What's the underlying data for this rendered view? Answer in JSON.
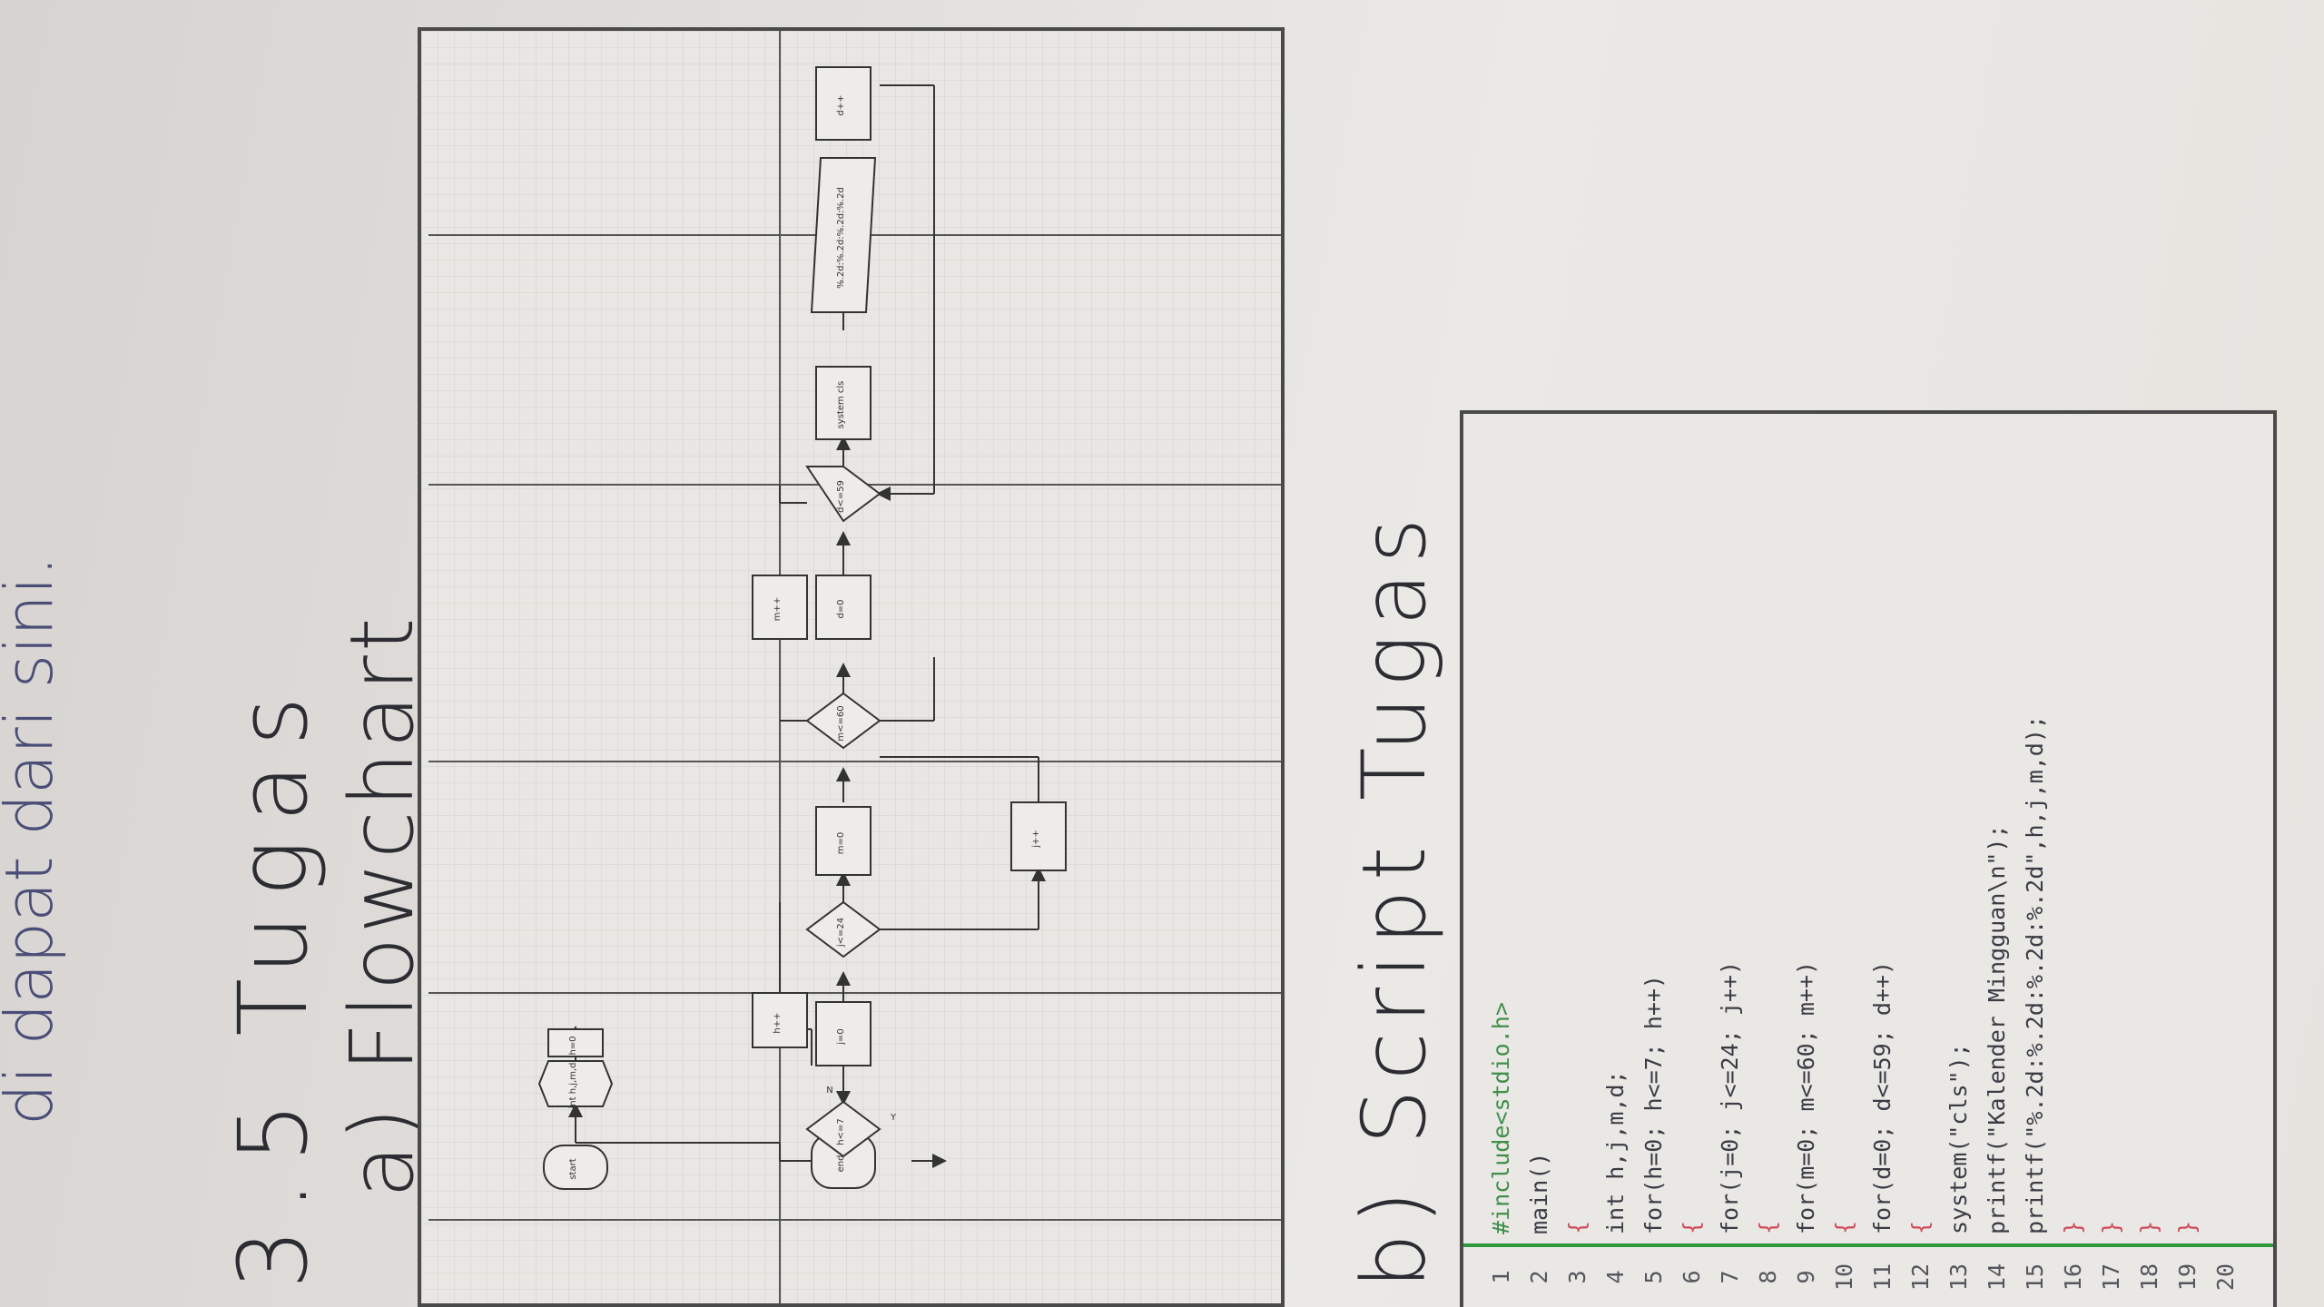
{
  "page": {
    "previous_line": "di dapat dari sini.",
    "section_title": "3.5 Tugas",
    "sub_a": "a) Flowchart",
    "sub_b": "b) Script Tugas"
  },
  "flowchart": {
    "nodes": {
      "start": "start",
      "declare": "int h,j,m,d",
      "h_init": "h=0",
      "h_cond": "h<=7",
      "j_init": "j=0",
      "j_cond": "j<=24",
      "h_inc": "h++",
      "m_init": "m=0",
      "m_cond": "m<=60",
      "j_inc": "j++",
      "d_init": "d=0",
      "m_inc": "m++",
      "d_cond": "d<=59",
      "cls": "system cls",
      "print": "%.2d:%.2d:%.2d:%.2d",
      "d_inc": "d++",
      "end": "end"
    },
    "edge_labels": {
      "yes": "Y",
      "no": "N"
    }
  },
  "code": {
    "line_numbers": [
      "1",
      "2",
      "3",
      "4",
      "5",
      "6",
      "7",
      "8",
      "9",
      "10",
      "11",
      "12",
      "13",
      "14",
      "15",
      "16",
      "17",
      "18",
      "19",
      "20"
    ],
    "lines": [
      "#include<stdio.h>",
      "main()",
      "{",
      "int h,j,m,d;",
      "for(h=0; h<=7; h++)",
      "{",
      "for(j=0; j<=24; j++)",
      "{",
      "for(m=0; m<=60; m++)",
      "{",
      "for(d=0; d<=59; d++)",
      "{",
      "system(\"cls\");",
      "printf(\"Kalender Mingguan\\n\");",
      "printf(\"%.2d:%.2d:%.2d:%.2d\",h,j,m,d);",
      "}",
      "}",
      "}",
      "}",
      ""
    ],
    "colors": {
      "include": "#3f8f4a",
      "keyword": "#3b3b46",
      "number": "#d04a5a",
      "brace": "#d04a5a",
      "string": "#3b3b46",
      "gutter_line": "#2e9a3c"
    }
  }
}
